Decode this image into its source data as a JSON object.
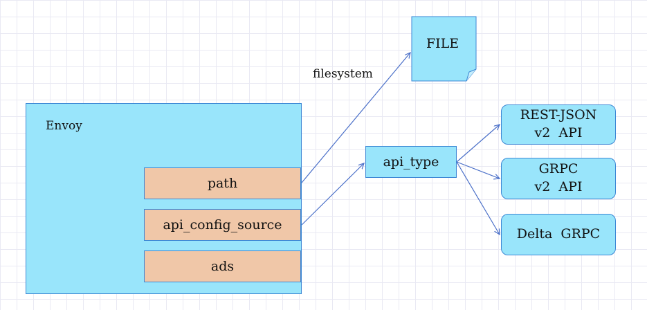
{
  "envoy": {
    "label": "Envoy",
    "fields": [
      "path",
      "api_config_source",
      "ads"
    ]
  },
  "edges": {
    "filesystem_label": "filesystem"
  },
  "file": {
    "label": "FILE"
  },
  "api_type": {
    "label": "api_type"
  },
  "api_targets": {
    "rest_json": [
      "REST-JSON",
      "v2  API"
    ],
    "grpc": [
      "GRPC",
      "v2  API"
    ],
    "delta_grpc": "Delta  GRPC"
  },
  "colors": {
    "box_fill": "#99e5fb",
    "field_fill": "#f0c7a8",
    "stroke": "#3b86d4",
    "arrow": "#4a6fc8"
  }
}
